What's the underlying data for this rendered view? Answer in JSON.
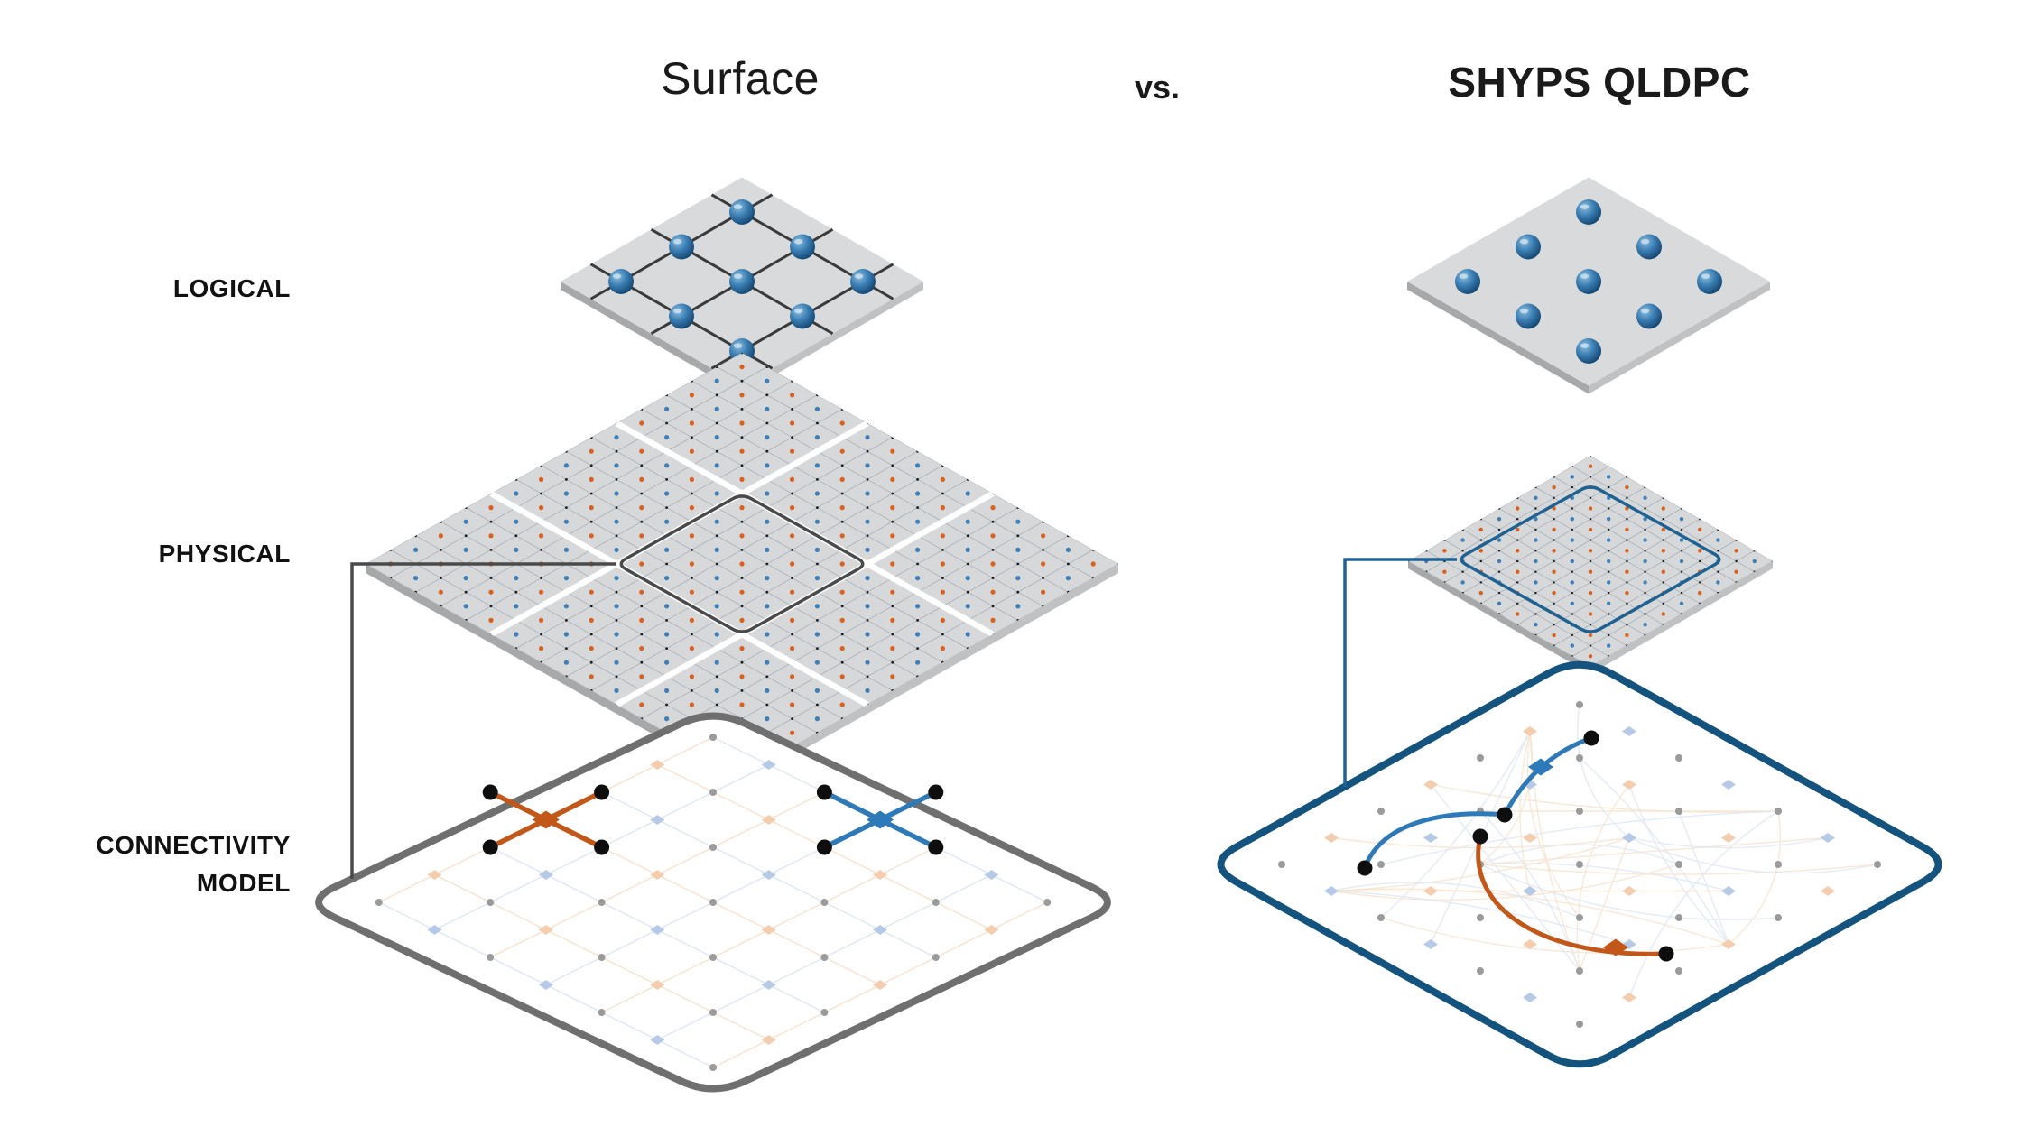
{
  "header": {
    "left_title": "Surface",
    "versus": "vs.",
    "right_title": "SHYPS QLDPC"
  },
  "row_labels": {
    "logical": "LOGICAL",
    "physical": "PHYSICAL",
    "connectivity_line1": "CONNECTIVITY",
    "connectivity_line2": "MODEL"
  },
  "colors": {
    "sphere_light": "#8cbede",
    "sphere_mid": "#3c7fb4",
    "sphere_dark": "#0c3c66",
    "plate_top": "#d8dadc",
    "plate_side_left": "#a6a8aa",
    "plate_side_right": "#bfc1c3",
    "logical_grid": "#3a3a3a",
    "fine_grid": "#a7b0ba",
    "dot_orange": "#d9601f",
    "dot_blue": "#3f7fb8",
    "dot_black": "#1b1b1b",
    "outline_dark": "#4a4a4a",
    "conn_gray": "#6f6f6f",
    "conn_blue": "#15537f",
    "accent_blue_dark": "#1f6292",
    "orange": "#c2571a",
    "blue": "#2e79b8",
    "light_orange": "#f3cdae",
    "light_blue": "#b6c9e6",
    "faint_orange": "#f6e2cd",
    "faint_blue": "#dde6f3",
    "node_gray": "#9b9b9b"
  }
}
